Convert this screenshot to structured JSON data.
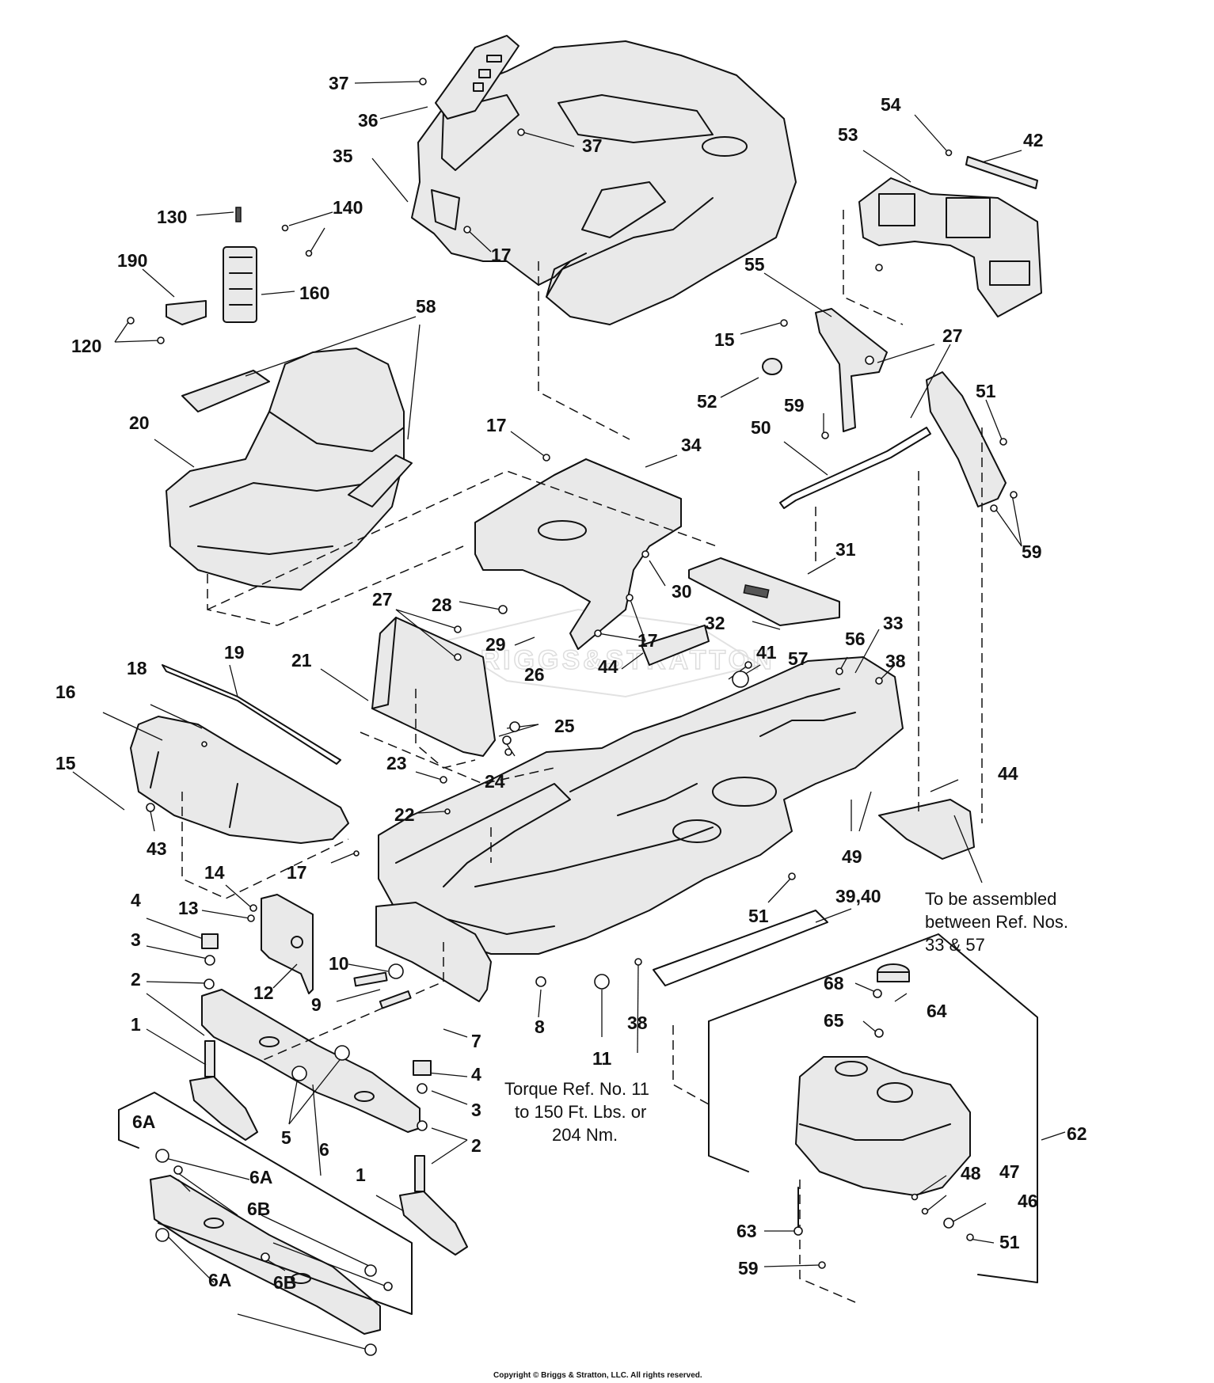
{
  "watermark": "BRIGGS&STRATTON",
  "notes": {
    "assembly_line1": "To be assembled",
    "assembly_line2": "between Ref. Nos.",
    "assembly_line3": "33 & 57",
    "torque_line1": "Torque Ref. No. 11",
    "torque_line2": "to 150 Ft. Lbs. or",
    "torque_line3": "204 Nm."
  },
  "copyright": "Copyright © Briggs & Stratton, LLC. All rights reserved.",
  "callouts": {
    "c37a": "37",
    "c36": "36",
    "c35": "35",
    "c37b": "37",
    "c17a": "17",
    "c130": "130",
    "c140": "140",
    "c190": "190",
    "c160": "160",
    "c120": "120",
    "c58": "58",
    "c20": "20",
    "c54": "54",
    "c53": "53",
    "c42": "42",
    "c55": "55",
    "c27a": "27",
    "c15a": "15",
    "c52": "52",
    "c59a": "59",
    "c50": "50",
    "c51a": "51",
    "c59b": "59",
    "c17b": "17",
    "c34": "34",
    "c30": "30",
    "c28": "28",
    "c17c": "17",
    "c29": "29",
    "c27b": "27",
    "c31": "31",
    "c32": "32",
    "c33": "33",
    "c56": "56",
    "c41": "41",
    "c57": "57",
    "c38a": "38",
    "c44a": "44",
    "c21": "21",
    "c26": "26",
    "c25": "25",
    "c24": "24",
    "c19": "19",
    "c18": "18",
    "c16": "16",
    "c15b": "15",
    "c43": "43",
    "c23": "23",
    "c22": "22",
    "c17d": "17",
    "c44b": "44",
    "c49": "49",
    "c51b": "51",
    "c3940": "39,40",
    "c14": "14",
    "c13": "13",
    "c4a": "4",
    "c3a": "3",
    "c12": "12",
    "c10": "10",
    "c2a": "2",
    "c9": "9",
    "c1a": "1",
    "c8": "8",
    "c11": "11",
    "c38b": "38",
    "c7": "7",
    "c4b": "4",
    "c3b": "3",
    "c5": "5",
    "c6": "6",
    "c2b": "2",
    "c1b": "1",
    "c6Aa": "6A",
    "c6Ab": "6A",
    "c6Ba": "6B",
    "c6Ac": "6A",
    "c6Bb": "6B",
    "c68": "68",
    "c64": "64",
    "c65": "65",
    "c62": "62",
    "c48": "48",
    "c47": "47",
    "c46": "46",
    "c63": "63",
    "c51c": "51",
    "c59c": "59"
  }
}
